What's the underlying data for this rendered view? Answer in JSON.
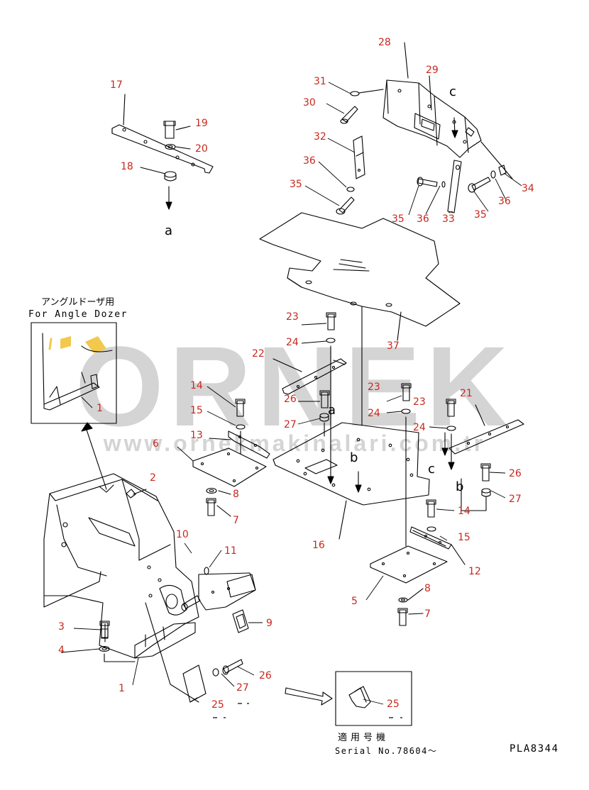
{
  "watermark": {
    "brand": "ORNEK",
    "url": "www.ornekmakinalari.com.tr"
  },
  "drawing_code": "PLA8344",
  "inset_angle_dozer": {
    "title_jp": "アングルドーザ用",
    "title_en": "For Angle Dozer",
    "part": "1"
  },
  "inset_serial": {
    "title_jp": "適用号機",
    "serial": "Serial No.78604～",
    "part": "25"
  },
  "view_refs": {
    "a": "a",
    "b": "b",
    "c": "c"
  },
  "parts": {
    "p1": "1",
    "p2": "2",
    "p3": "3",
    "p4": "4",
    "p5": "5",
    "p6": "6",
    "p7": "7",
    "p8": "8",
    "p9": "9",
    "p10": "10",
    "p11": "11",
    "p12": "12",
    "p13": "13",
    "p14": "14",
    "p15": "15",
    "p16": "16",
    "p17": "17",
    "p18": "18",
    "p19": "19",
    "p20": "20",
    "p21": "21",
    "p22": "22",
    "p23": "23",
    "p24": "24",
    "p25": "25",
    "p26": "26",
    "p27": "27",
    "p28": "28",
    "p29": "29",
    "p30": "30",
    "p31": "31",
    "p32": "32",
    "p33": "33",
    "p34": "34",
    "p35": "35",
    "p36": "36",
    "p37": "37"
  },
  "colors": {
    "line": "#000000",
    "label": "#c8281e",
    "watermark": "#d2d2d2",
    "highlight": "#f2c94c"
  }
}
